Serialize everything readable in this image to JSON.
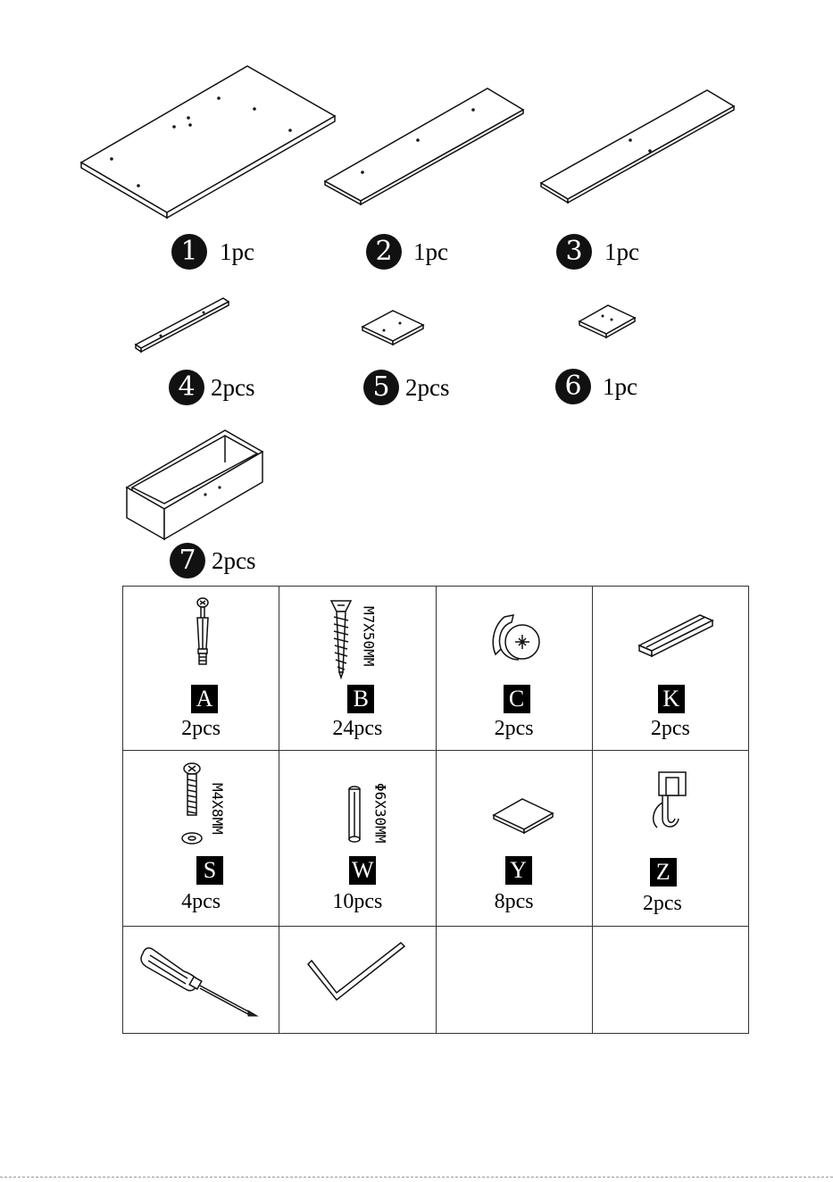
{
  "parts": [
    {
      "number": "1",
      "qty": "1pc",
      "icon": "large-panel-icon"
    },
    {
      "number": "2",
      "qty": "1pc",
      "icon": "long-shelf-panel-icon"
    },
    {
      "number": "3",
      "qty": "1pc",
      "icon": "long-shelf-panel-icon"
    },
    {
      "number": "4",
      "qty": "2pcs",
      "icon": "rail-strip-icon"
    },
    {
      "number": "5",
      "qty": "2pcs",
      "icon": "small-square-panel-icon"
    },
    {
      "number": "6",
      "qty": "1pc",
      "icon": "small-square-panel-icon"
    },
    {
      "number": "7",
      "qty": "2pcs",
      "icon": "drawer-box-icon"
    }
  ],
  "hardware": [
    {
      "letter": "A",
      "qty": "2pcs",
      "icon": "cam-bolt-icon"
    },
    {
      "letter": "B",
      "qty": "24pcs",
      "icon": "screw-icon",
      "size": "M7X50MM"
    },
    {
      "letter": "C",
      "qty": "2pcs",
      "icon": "cam-lock-icon"
    },
    {
      "letter": "K",
      "qty": "2pcs",
      "icon": "bracket-strip-icon"
    },
    {
      "letter": "S",
      "qty": "4pcs",
      "icon": "machine-screw-washer-icon",
      "size": "M4X8MM"
    },
    {
      "letter": "W",
      "qty": "10pcs",
      "icon": "wooden-dowel-icon",
      "size": "Φ6X30MM"
    },
    {
      "letter": "Y",
      "qty": "8pcs",
      "icon": "felt-pad-icon"
    },
    {
      "letter": "Z",
      "qty": "2pcs",
      "icon": "double-hook-icon"
    }
  ],
  "tools": [
    {
      "icon": "screwdriver-icon"
    },
    {
      "icon": "allen-key-icon"
    }
  ]
}
